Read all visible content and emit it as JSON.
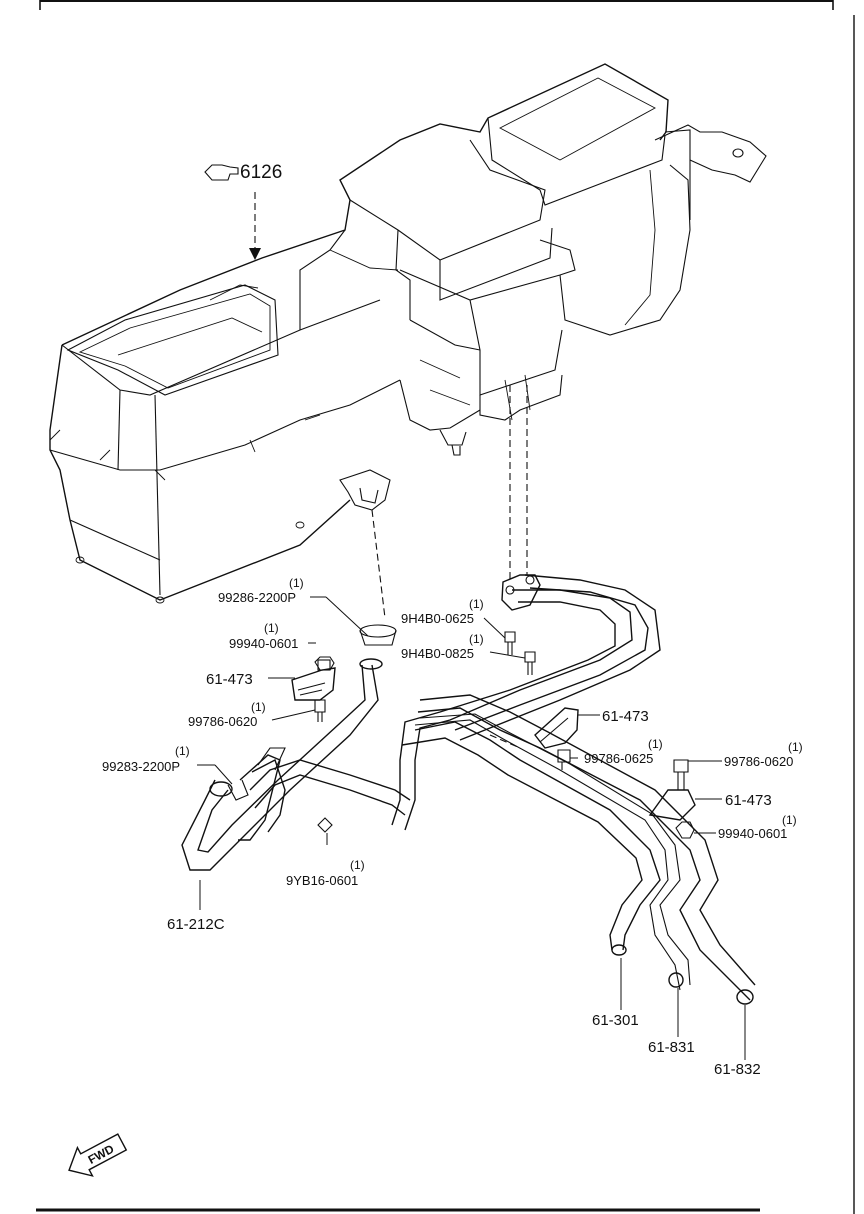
{
  "assembly": {
    "ref_number": "6126"
  },
  "callouts": {
    "clamp_upper": {
      "part": "99286-2200P",
      "qty": "(1)"
    },
    "nut_left": {
      "part": "99940-0601",
      "qty": "(1)"
    },
    "bracket_left": {
      "part": "61-473"
    },
    "bolt_left": {
      "part": "99786-0620",
      "qty": "(1)"
    },
    "clamp_lower": {
      "part": "99283-2200P",
      "qty": "(1)"
    },
    "hose_left": {
      "part": "61-212C"
    },
    "bolt_nut_lower": {
      "part": "9YB16-0601",
      "qty": "(1)"
    },
    "bolt_a": {
      "part": "9H4B0-0625",
      "qty": "(1)"
    },
    "bolt_b": {
      "part": "9H4B0-0825",
      "qty": "(1)"
    },
    "bracket_center": {
      "part": "61-473"
    },
    "bolt_center": {
      "part": "99786-0625",
      "qty": "(1)"
    },
    "bolt_right": {
      "part": "99786-0620",
      "qty": "(1)"
    },
    "bracket_right": {
      "part": "61-473"
    },
    "nut_right": {
      "part": "99940-0601",
      "qty": "(1)"
    },
    "pipe_a": {
      "part": "61-301"
    },
    "pipe_b": {
      "part": "61-831"
    },
    "pipe_c": {
      "part": "61-832"
    }
  },
  "direction_arrow": {
    "label": "FWD"
  },
  "icons": {
    "reference_hand": "pointing-hand-icon"
  }
}
